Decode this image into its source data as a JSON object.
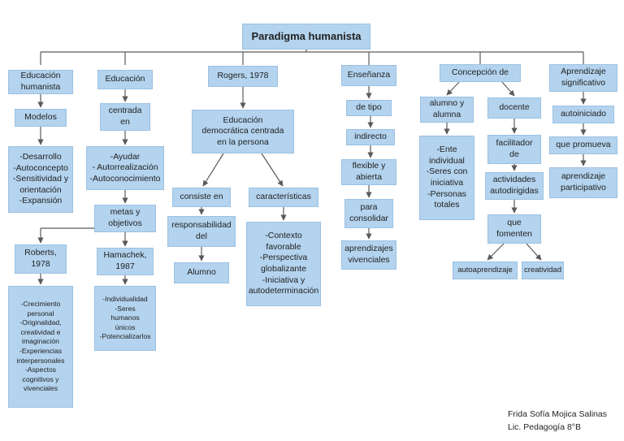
{
  "title": "Paradigma humanista",
  "nodes": {
    "educacion_humanista": "Educación\nhumanista",
    "modelos": "Modelos",
    "desarrollo": "-Desarrollo\n-Autoconcepto\n-Sensitividad y\norientación\n-Expansión",
    "educacion": "Educación",
    "centrada_en": "centrada\nen",
    "ayudar": "-Ayudar\n- Autorrealización\n-Autoconocimiento",
    "metas": "metas y\nobjetivos",
    "roberts": "Roberts,\n1978",
    "roberts_list": "-Crecimiento\npersonal\n-Originalidad,\ncreatividad e\nimaginación\n-Experiencias\ninterpersonales\n-Aspectos\ncognitivos y\nvivenciales",
    "hamachek": "Hamachek,\n1987",
    "hamachek_list": "-Individualidad\n-Seres\nhumanos\núnicos\n-Potencializarlos",
    "rogers": "Rogers, 1978",
    "edu_democratica": "Educación\ndemocrática centrada\nen la persona",
    "consiste_en": "consiste en",
    "responsabilidad": "responsabilidad\ndel",
    "alumno": "Alumno",
    "caracteristicas": "características",
    "contexto": "-Contexto\nfavorable\n-Perspectiva\nglobalizante\n-Iniciativa y\nautodeterminación",
    "ensenanza": "Enseñanza",
    "de_tipo": "de tipo",
    "indirecto": "indirecto",
    "flexible": "flexible y\nabierta",
    "para_consolidar": "para\nconsolidar",
    "aprendizajes_vivenciales": "aprendizajes\nvivenciales",
    "concepcion": "Concepción de",
    "alumno_y_alumna": "alumno y\nalumna",
    "ente": "-Ente\nindividual\n-Seres con\niniciativa\n-Personas\ntotales",
    "docente": "docente",
    "facilitador": "facilitador\nde",
    "actividades": "actividades\nautodirigidas",
    "que_fomenten": "que\nfomenten",
    "autoaprendizaje": "autoaprendizaje",
    "creatividad": "creatividad",
    "aprendizaje_significativo": "Aprendizaje\nsignificativo",
    "autoiniciado": "autoiniciado",
    "que_promueva": "que promueva",
    "aprendizaje_participativo": "aprendizaje\nparticipativo"
  },
  "credit": {
    "author": "Frida Sofía Mojica Salinas",
    "course": "Lic. Pedagogía 8°B"
  },
  "colors": {
    "node_fill": "#b3d3ee",
    "node_border": "#9cc1e2",
    "line": "#5a5a5a"
  }
}
